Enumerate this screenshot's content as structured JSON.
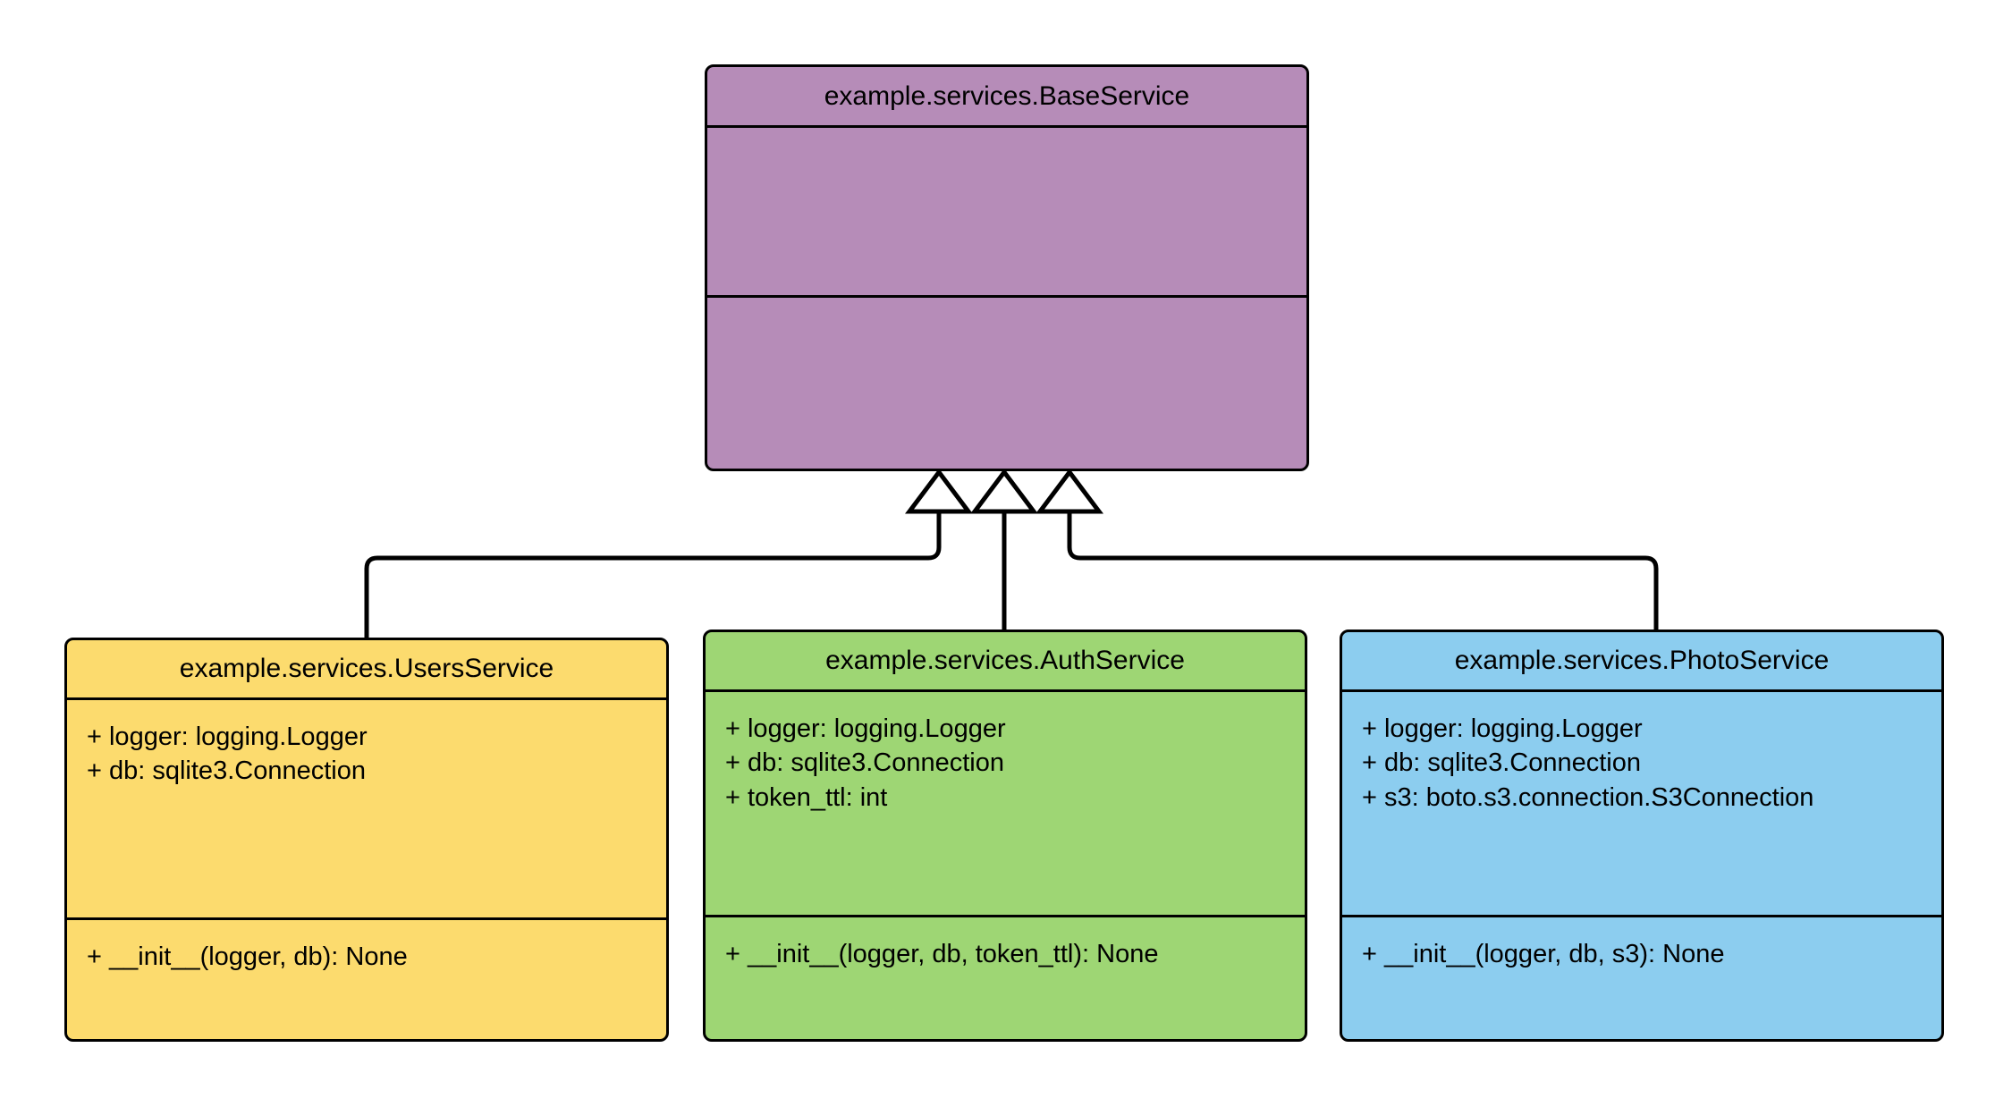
{
  "diagram": {
    "type": "uml-class-diagram",
    "background": "#ffffff",
    "stroke": "#000000",
    "relationship": "inheritance"
  },
  "classes": {
    "base": {
      "name": "example.services.BaseService",
      "fill": "#b68cb8",
      "attributes": [],
      "methods": []
    },
    "users": {
      "name": "example.services.UsersService",
      "fill": "#fcdb6e",
      "attributes": [
        "+ logger: logging.Logger",
        "+ db: sqlite3.Connection"
      ],
      "methods": [
        "+ __init__(logger, db): None"
      ]
    },
    "auth": {
      "name": "example.services.AuthService",
      "fill": "#9ed674",
      "attributes": [
        "+ logger: logging.Logger",
        "+ db: sqlite3.Connection",
        "+ token_ttl: int"
      ],
      "methods": [
        "+ __init__(logger, db, token_ttl): None"
      ]
    },
    "photo": {
      "name": "example.services.PhotoService",
      "fill": "#8ccdef",
      "attributes": [
        "+ logger: logging.Logger",
        "+ db: sqlite3.Connection",
        "+ s3: boto.s3.connection.S3Connection"
      ],
      "methods": [
        "+ __init__(logger, db, s3): None"
      ]
    }
  },
  "edges": [
    {
      "from": "users",
      "to": "base",
      "arrow": "hollow-triangle"
    },
    {
      "from": "auth",
      "to": "base",
      "arrow": "hollow-triangle"
    },
    {
      "from": "photo",
      "to": "base",
      "arrow": "hollow-triangle"
    }
  ]
}
